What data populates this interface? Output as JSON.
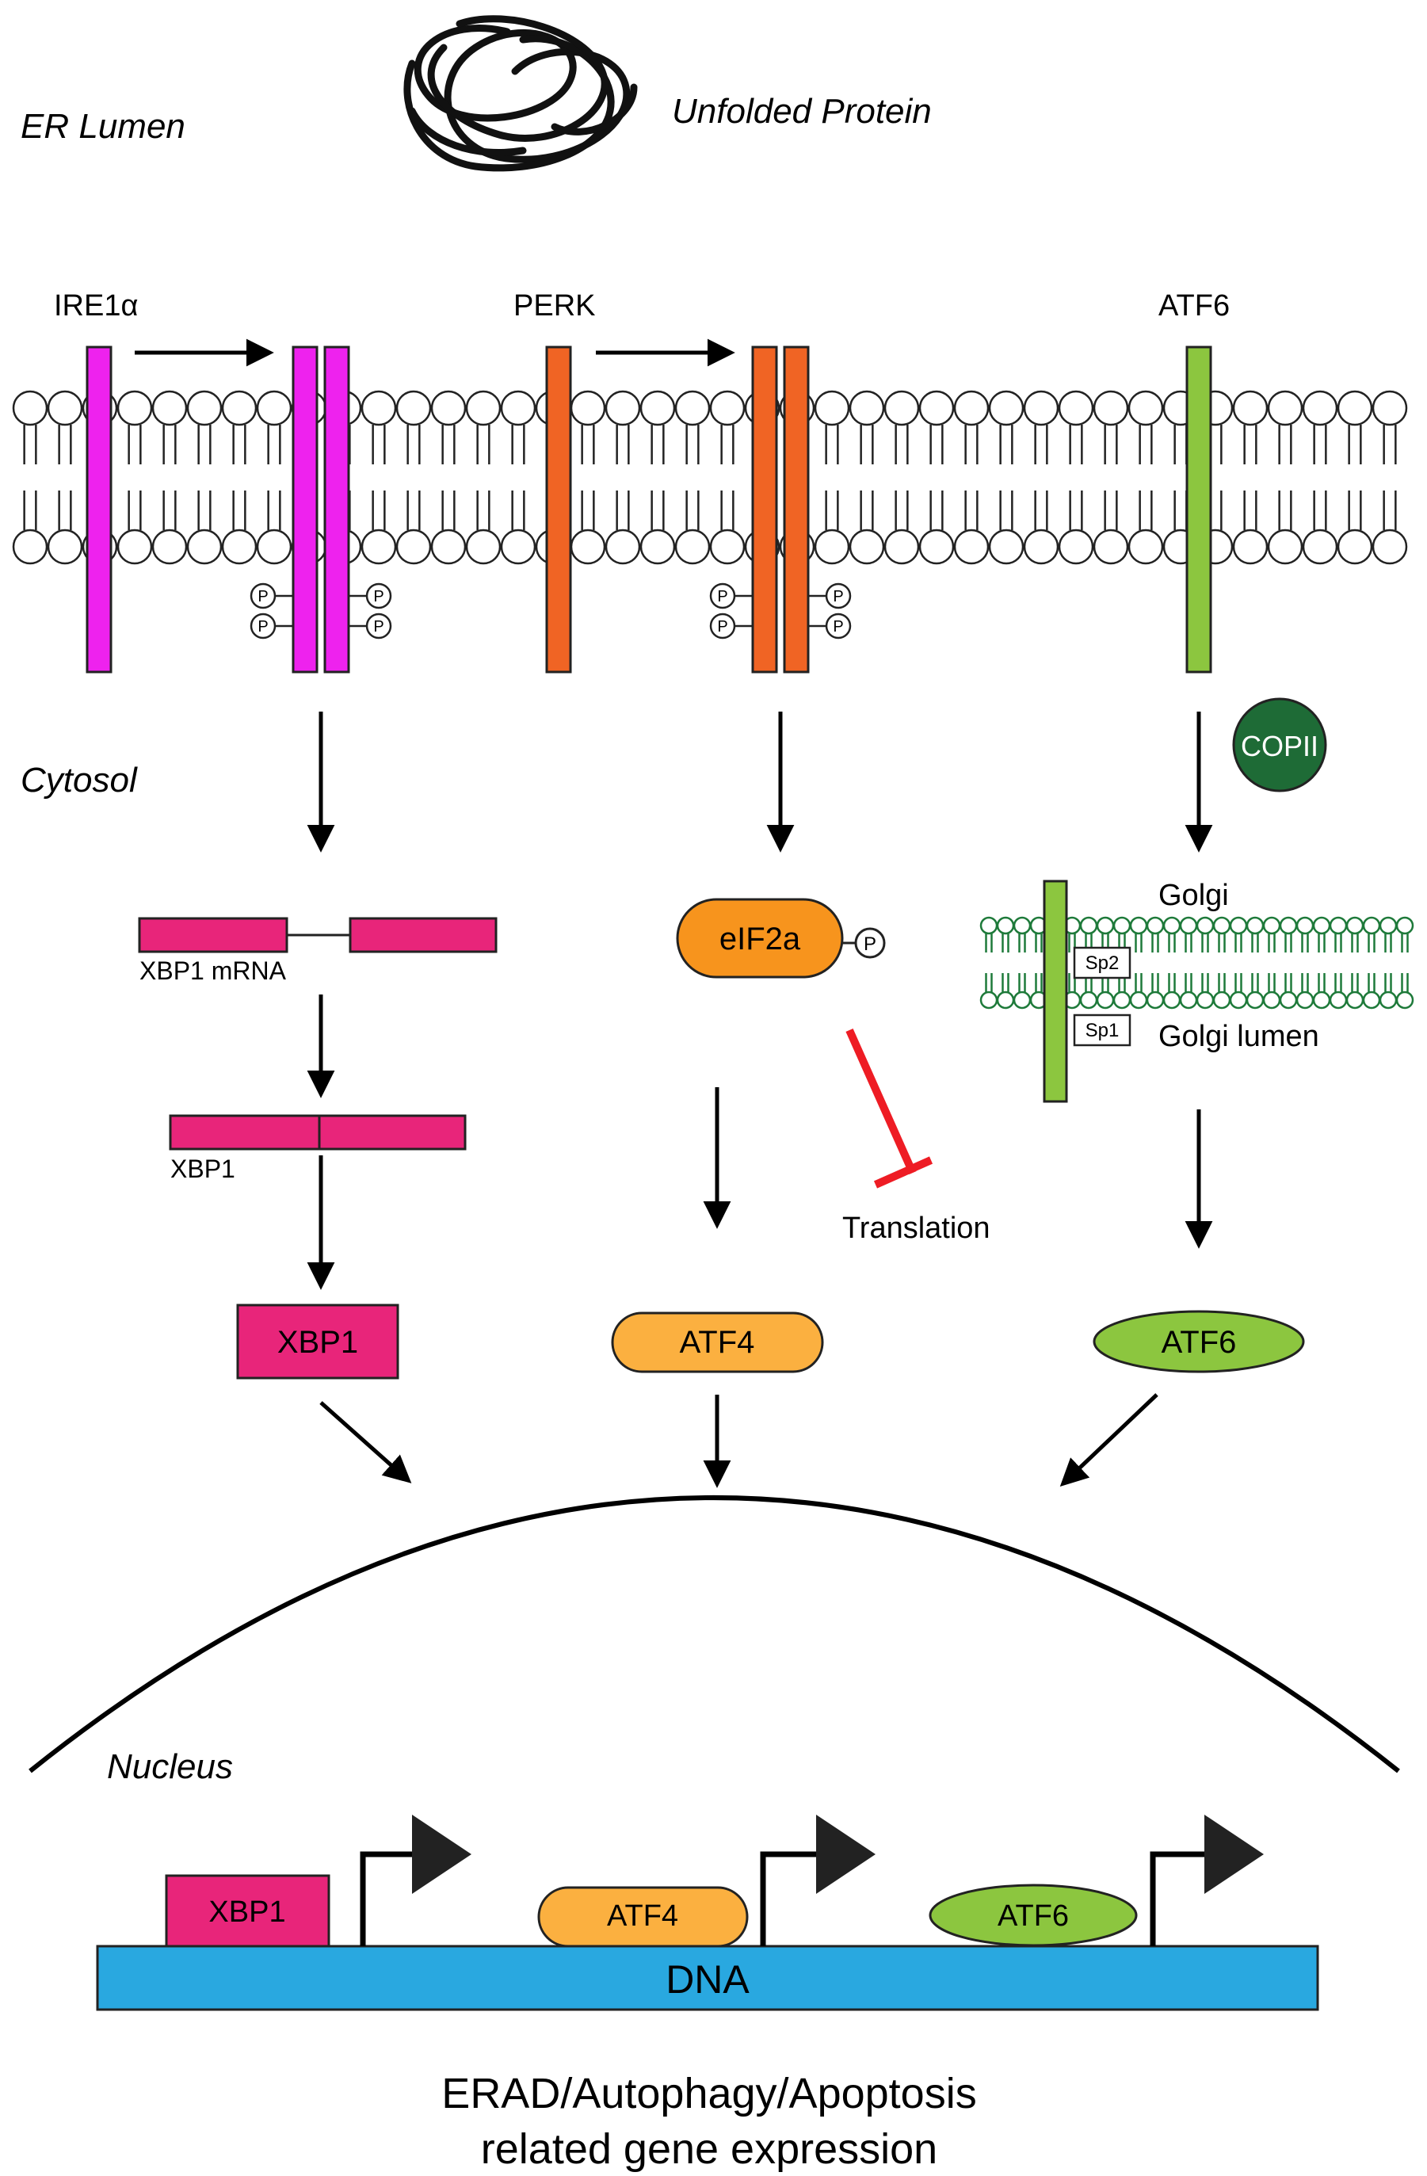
{
  "compartments": {
    "er_lumen": "ER Lumen",
    "cytosol": "Cytosol",
    "nucleus": "Nucleus"
  },
  "stimulus": "Unfolded Protein",
  "sensors": {
    "ire1": "IRE1α",
    "perk": "PERK",
    "atf6": "ATF6"
  },
  "phospho": "P",
  "ire1_branch": {
    "mrna": "XBP1 mRNA",
    "spliced": "XBP1",
    "protein": "XBP1"
  },
  "perk_branch": {
    "eif": "eIF2a",
    "inhibited": "Translation",
    "protein": "ATF4"
  },
  "atf6_branch": {
    "copii": "COPII",
    "golgi": "Golgi",
    "golgi_lumen": "Golgi lumen",
    "sp2": "Sp2",
    "sp1": "Sp1",
    "protein": "ATF6"
  },
  "dna": {
    "label": "DNA",
    "factors": [
      "XBP1",
      "ATF4",
      "ATF6"
    ]
  },
  "outcome": {
    "line1": "ERAD/Autophagy/Apoptosis",
    "line2": "related gene expression"
  },
  "colors": {
    "ire1": "#ee22ee",
    "perk": "#f06424",
    "atf6": "#8cc63f",
    "xbp1": "#e8257a",
    "eif2a": "#f7941d",
    "atf4": "#fbb040",
    "copii": "#1e6b36",
    "golgi": "#1e7a3a",
    "dna": "#29a8e0",
    "inhibit": "#ee1c24"
  }
}
